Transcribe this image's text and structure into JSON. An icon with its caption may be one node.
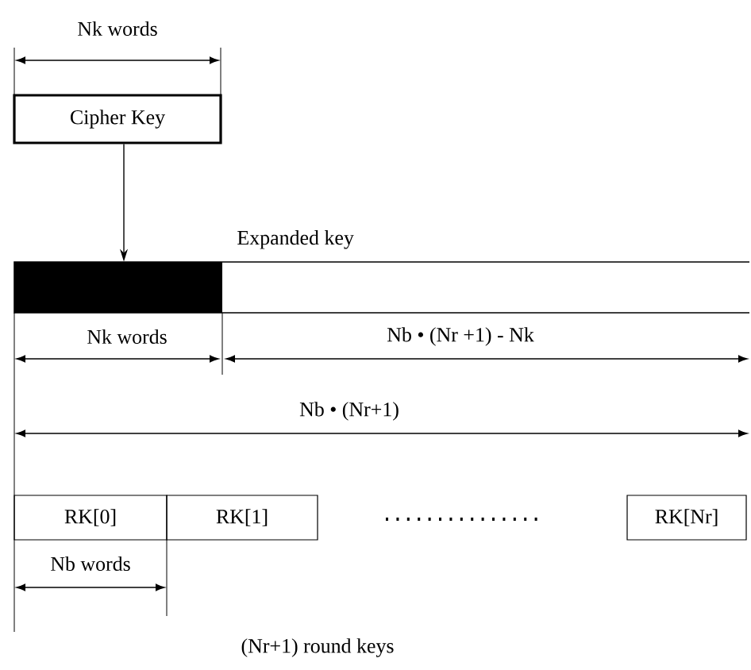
{
  "diagram": {
    "nodes": [
      {
        "text": [
          "Cipher Key"
        ]
      },
      {
        "text": [
          "Expanded key"
        ]
      },
      {
        "text": [
          "RK[0]"
        ]
      },
      {
        "text": [
          "RK[1]"
        ]
      },
      {
        "text": [
          "RK[Nr]"
        ]
      }
    ],
    "edges": [
      {
        "from": 0,
        "to": 1,
        "arrow": "to"
      }
    ],
    "labels": [
      "Nk words",
      "Nk words",
      "Nb • (Nr +1) - Nk",
      "Nb • (Nr+1)",
      "Nb words",
      "(Nr+1) round keys"
    ]
  }
}
